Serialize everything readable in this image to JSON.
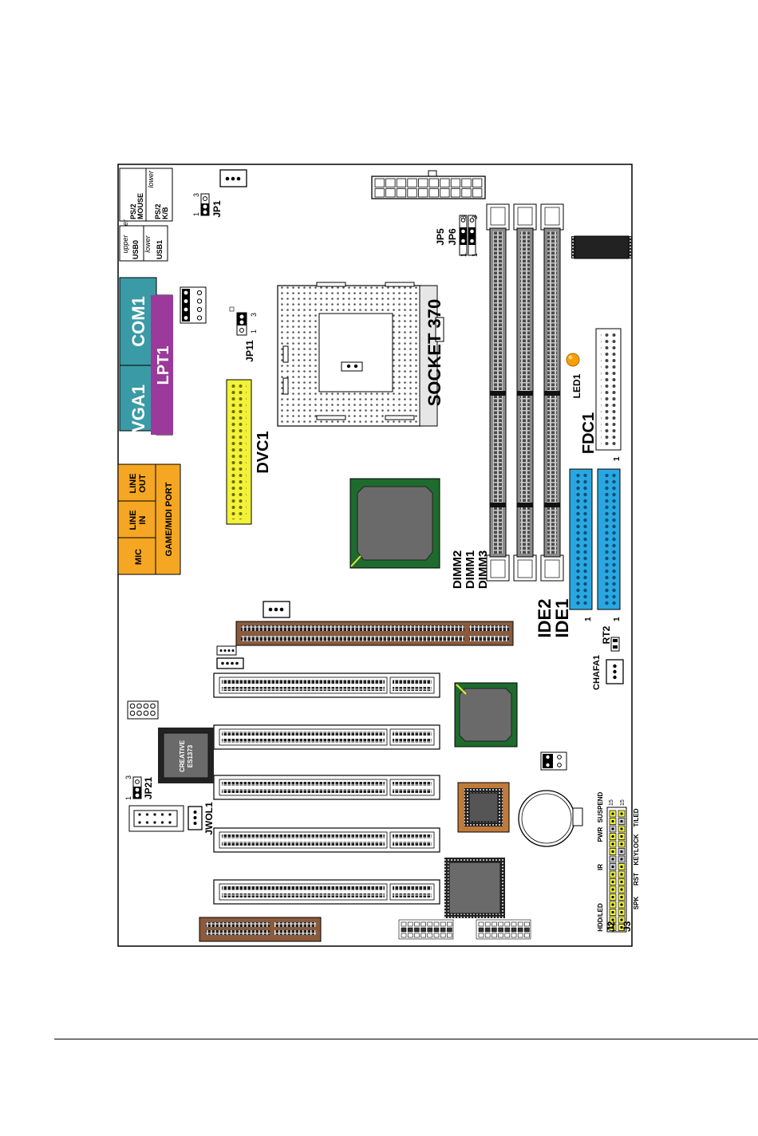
{
  "colors": {
    "board_outline": "#000000",
    "io_teal": "#3a9aa6",
    "lpt_purple": "#9b3a9b",
    "audio_orange": "#f5a623",
    "dvc_yellow": "#f2f23a",
    "ide_blue": "#2aa7e0",
    "agp_brown": "#8b5a3c",
    "chip_green": "#1e6b2e",
    "chip_gray": "#6a6a6a",
    "dimm_gray": "#8c8c8c",
    "led_amber": "#f5a000",
    "plcc_brown": "#c07a3a"
  },
  "labels": {
    "usb_upper": "upper",
    "usb0": "USB0",
    "usb_lower": "lower",
    "usb1": "USB1",
    "ps2_upper": "upper",
    "ps2_mouse_1": "PS/2",
    "ps2_mouse_2": "MOUSE",
    "ps2_lower": "lower",
    "ps2_kb_1": "PS/2",
    "ps2_kb_2": "K/B",
    "com1": "COM1",
    "lpt1": "LPT1",
    "vga1": "VGA1",
    "line_out_1": "LINE",
    "line_out_2": "OUT",
    "line_in_1": "LINE",
    "line_in_2": "IN",
    "mic": "MIC",
    "game_midi": "GAME/MIDI PORT",
    "jp1": "JP1",
    "jp1_pin1": "1",
    "jp1_pin3": "3",
    "jp11": "JP11",
    "jp11_pin1": "1",
    "jp11_pin3": "3",
    "socket": "SOCKET 370",
    "dvc1": "DVC1",
    "jp5": "JP5",
    "jp6": "JP6",
    "jp5_pin1": "1",
    "jp5_pin3": "3",
    "jp6_pin1": "1",
    "jp6_pin3": "3",
    "led1": "LED1",
    "fdc1": "FDC1",
    "fdc_pin1": "1",
    "dimm2": "DIMM2",
    "dimm1": "DIMM1",
    "dimm3": "DIMM3",
    "ide2": "IDE2",
    "ide1": "IDE1",
    "ide2_pin1": "1",
    "ide1_pin1": "1",
    "rt2": "RT2",
    "chafa1": "CHAFA1",
    "creative_1": "CREATIVE",
    "creative_2": "ES1373",
    "jp21": "JP21",
    "jp21_pin1": "1",
    "jp21_pin3": "3",
    "jwol1": "JWOL1",
    "hdd_led": "HDD/LED",
    "ir": "IR",
    "pwr": "PWR",
    "suspend": "SUSPEND",
    "spk": "SPK",
    "rst": "RST",
    "keylock": "KEYLOCK",
    "tled": "T/LED",
    "j2": "J2",
    "j3": "J3",
    "j_pin15a": "15",
    "j_pin15b": "15"
  }
}
